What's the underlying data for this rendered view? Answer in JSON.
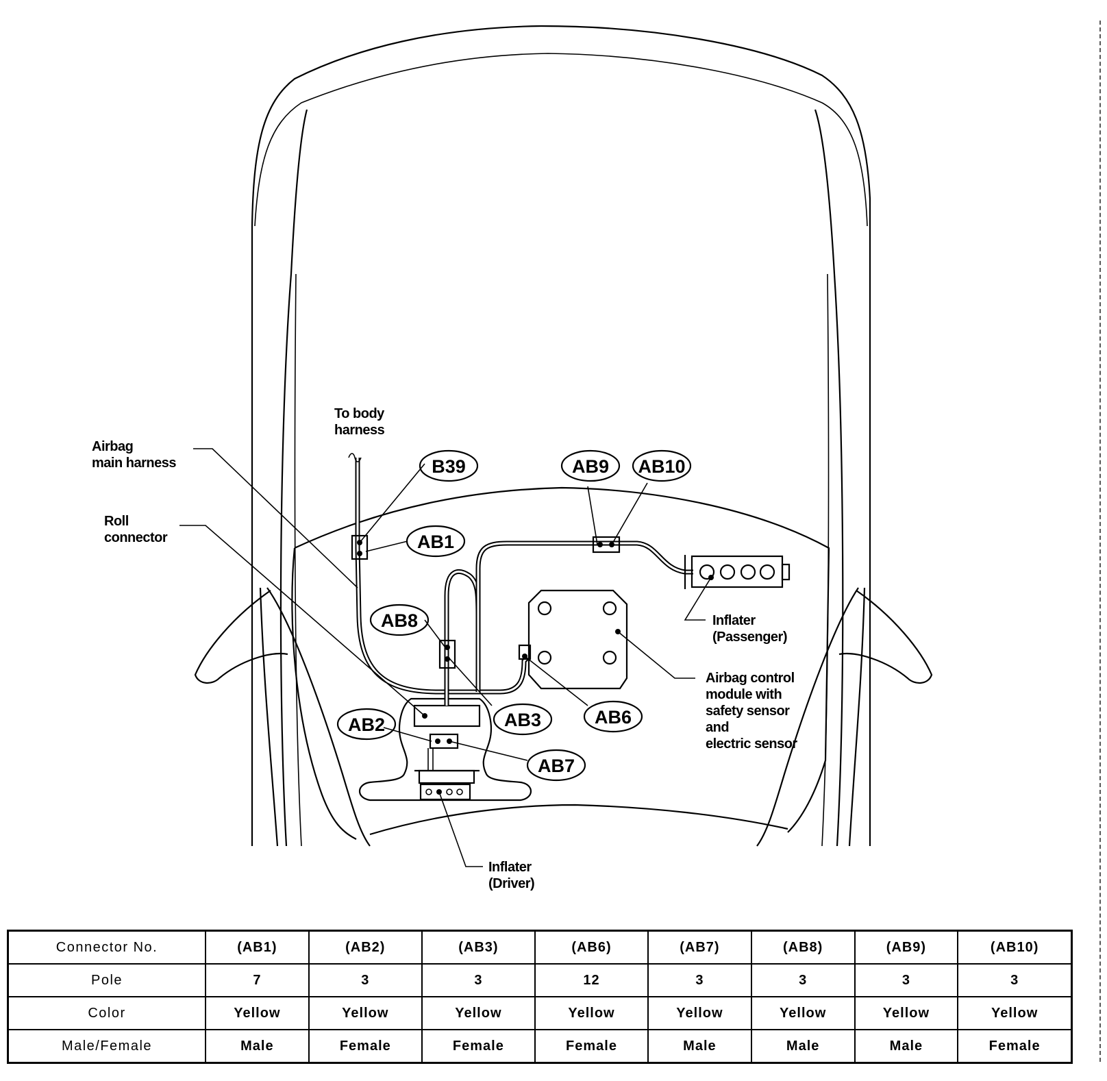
{
  "diagram": {
    "labels": {
      "to_body_harness": [
        "To body",
        "harness"
      ],
      "airbag_main_harness": [
        "Airbag",
        "main harness"
      ],
      "roll_connector": [
        "Roll",
        "connector"
      ],
      "inflater_passenger": [
        "Inflater",
        "(Passenger)"
      ],
      "airbag_control_module": [
        "Airbag control",
        "module with",
        "safety sensor",
        "and",
        "electric sensor"
      ],
      "inflater_driver": [
        "Inflater",
        "(Driver)"
      ]
    },
    "tags": {
      "b39": "B39",
      "ab1": "AB1",
      "ab2": "AB2",
      "ab3": "AB3",
      "ab6": "AB6",
      "ab7": "AB7",
      "ab8": "AB8",
      "ab9": "AB9",
      "ab10": "AB10"
    }
  },
  "table": {
    "row_headers": [
      "Connector No.",
      "Pole",
      "Color",
      "Male/Female"
    ],
    "columns": [
      {
        "connector": "(AB1)",
        "pole": "7",
        "color": "Yellow",
        "gender": "Male"
      },
      {
        "connector": "(AB2)",
        "pole": "3",
        "color": "Yellow",
        "gender": "Female"
      },
      {
        "connector": "(AB3)",
        "pole": "3",
        "color": "Yellow",
        "gender": "Female"
      },
      {
        "connector": "(AB6)",
        "pole": "12",
        "color": "Yellow",
        "gender": "Female"
      },
      {
        "connector": "(AB7)",
        "pole": "3",
        "color": "Yellow",
        "gender": "Male"
      },
      {
        "connector": "(AB8)",
        "pole": "3",
        "color": "Yellow",
        "gender": "Male"
      },
      {
        "connector": "(AB9)",
        "pole": "3",
        "color": "Yellow",
        "gender": "Male"
      },
      {
        "connector": "(AB10)",
        "pole": "3",
        "color": "Yellow",
        "gender": "Female"
      }
    ]
  }
}
